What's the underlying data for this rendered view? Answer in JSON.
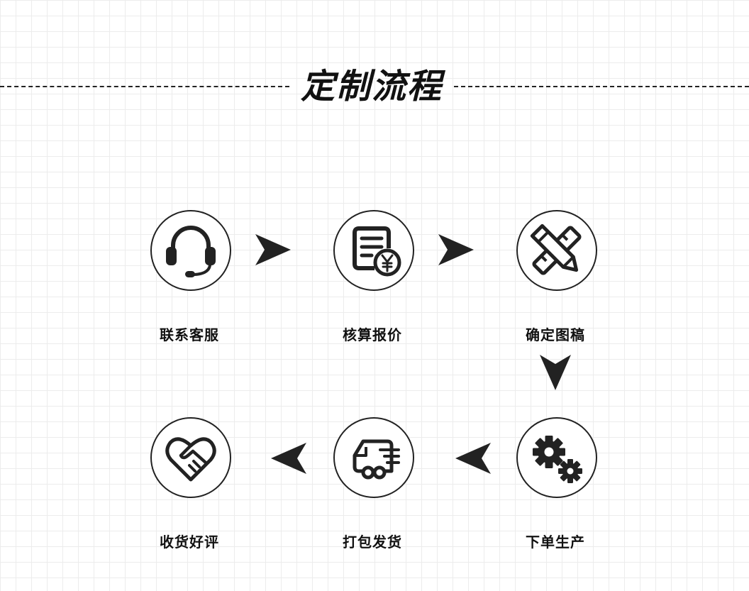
{
  "title": "定制流程",
  "steps": [
    {
      "label": "联系客服",
      "icon": "headset-icon"
    },
    {
      "label": "核算报价",
      "icon": "quote-document-yen-icon"
    },
    {
      "label": "确定图稿",
      "icon": "pencil-ruler-icon"
    },
    {
      "label": "下单生产",
      "icon": "gears-icon"
    },
    {
      "label": "打包发货",
      "icon": "delivery-truck-icon"
    },
    {
      "label": "收货好评",
      "icon": "heart-handshake-icon"
    }
  ],
  "colors": {
    "ink": "#222222",
    "background": "#ffffff",
    "grid": "#ececec"
  }
}
